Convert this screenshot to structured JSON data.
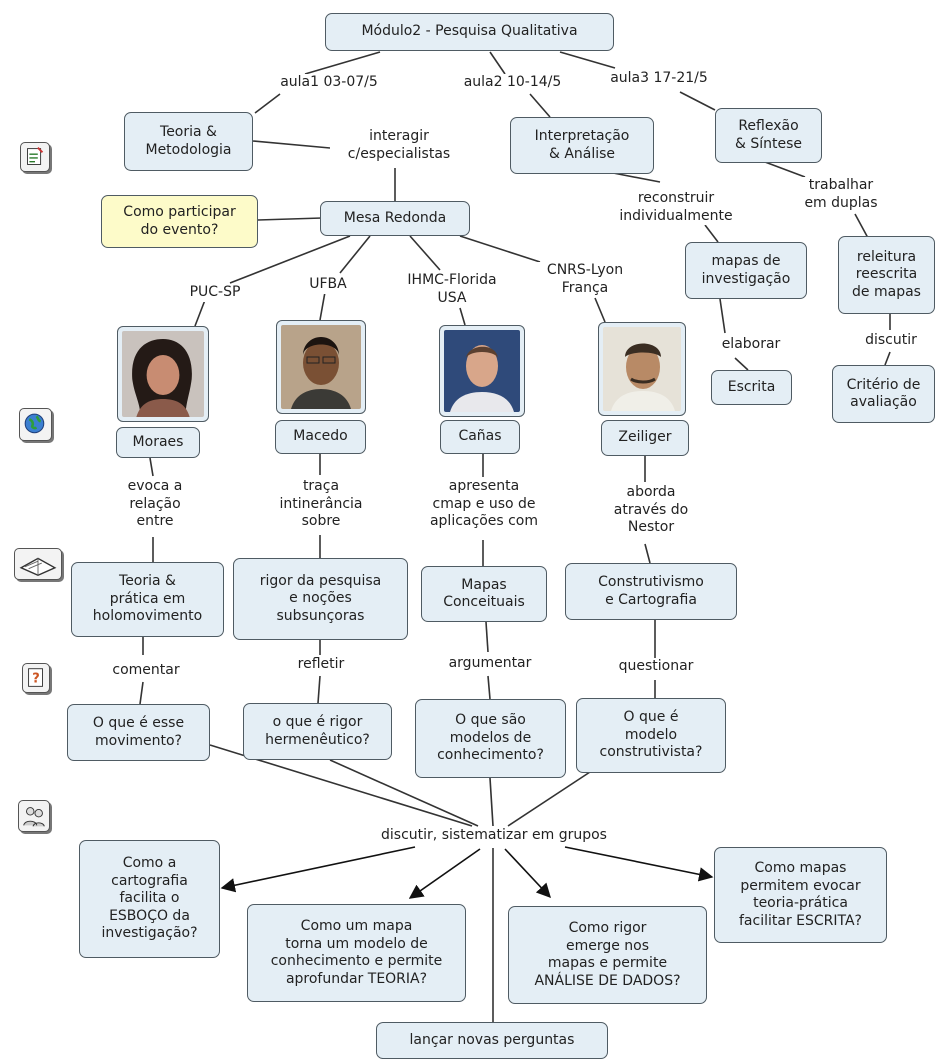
{
  "nodes": {
    "root": "Módulo2 - Pesquisa Qualitativa",
    "teoria_metodologia": "Teoria &\nMetodologia",
    "interpretacao": "Interpretação\n& Análise",
    "reflexao": "Reflexão\n& Síntese",
    "como_participar": "Como participar\ndo evento?",
    "mesa_redonda": "Mesa Redonda",
    "mapas_investigacao": "mapas de\ninvestigação",
    "releitura": "releitura\nreescrita\nde mapas",
    "escrita": "Escrita",
    "criterio": "Critério de\navaliação",
    "moraes": "Moraes",
    "macedo": "Macedo",
    "canas": "Cañas",
    "zeiliger": "Zeiliger",
    "teoria_pratica": "Teoria &\nprática em\nholomovimento",
    "rigor_pesquisa": "rigor da pesquisa\ne noções\nsubsunçoras",
    "mapas_conceituais": "Mapas\nConceituais",
    "construtivismo": "Construtivismo\ne Cartografia",
    "q_movimento": "O que é esse\nmovimento?",
    "q_rigor": "o que é rigor\nhermenêutico?",
    "q_modelos": "O que são\nmodelos de\nconhecimento?",
    "q_construtivista": "O que é\nmodelo\nconstrutivista?",
    "cartografia": "Como a\ncartografia\nfacilita o\nESBOÇO da\ninvestigação?",
    "mapa_modelo": "Como um mapa\ntorna um modelo de\nconhecimento e permite\naprofundar TEORIA?",
    "rigor_emerge": "Como rigor\nemerge nos\nmapas e permite\nANÁLISE DE DADOS?",
    "mapas_evocar": "Como mapas\npermitem evocar\nteoria-prática\nfacilitar ESCRITA?",
    "lancar": "lançar novas perguntas"
  },
  "labels": {
    "aula1": "aula1 03-07/5",
    "aula2": "aula2  10-14/5",
    "aula3": "aula3 17-21/5",
    "interagir": "interagir\nc/especialistas",
    "reconstruir": "reconstruir\nindividualmente",
    "trabalhar": "trabalhar\nem duplas",
    "elaborar": "elaborar",
    "discutir": "discutir",
    "puc": "PUC-SP",
    "ufba": "UFBA",
    "ihmc": "IHMC-Florida\nUSA",
    "cnrs": "CNRS-Lyon\nFrança",
    "evoca": "evoca a\nrelação\nentre",
    "traca": "traça\nintinerância\nsobre",
    "apresenta": "apresenta\ncmap e uso de\naplicações com",
    "aborda": "aborda\natravés do\nNestor",
    "comentar": "comentar",
    "refletir": "refletir",
    "argumentar": "argumentar",
    "questionar": "questionar",
    "discutir_grupos": "discutir, sistematizar em grupos"
  },
  "icons": [
    "document-icon",
    "globe-icon",
    "book-icon",
    "question-icon",
    "people-icon"
  ],
  "colors": {
    "node_bg": "#e4eef5",
    "highlight_bg": "#fdfbc9",
    "border": "#4f5b63",
    "line": "#333333"
  }
}
